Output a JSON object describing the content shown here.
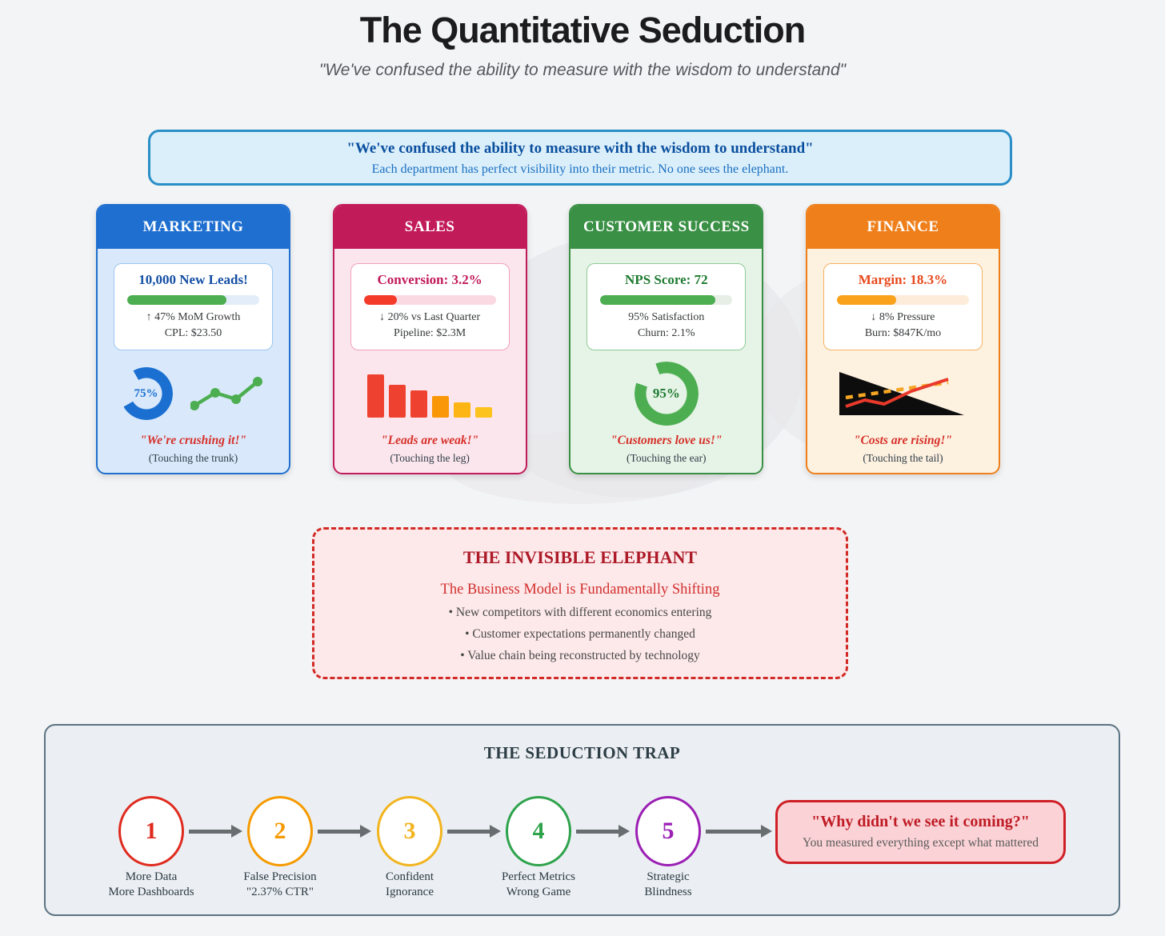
{
  "header": {
    "title": "The Quantitative Seduction",
    "subtitle": "\"We've confused the ability to measure with the wisdom to understand\""
  },
  "callout": {
    "title": "\"We've confused the ability to measure with the wisdom to understand\"",
    "subtitle": "Each department has perfect visibility into their metric. No one sees the elephant."
  },
  "departments": [
    {
      "name": "MARKETING",
      "accent": "#1e6fd0",
      "metric_title": "10,000 New Leads!",
      "progress_fill_pct": 75,
      "stat_line1": "↑ 47% MoM Growth",
      "stat_line2": "CPL: $23.50",
      "donut_label": "75%",
      "chart": {
        "type": "donut+line",
        "donut_pct": 75,
        "line_color": "#4cae50",
        "line_points": "5,38 31,22 57,30 84,8",
        "line_dots": [
          {
            "x": 5,
            "y": 38
          },
          {
            "x": 31,
            "y": 22
          },
          {
            "x": 57,
            "y": 30
          },
          {
            "x": 84,
            "y": 8
          }
        ]
      },
      "quote": "\"We're crushing it!\"",
      "blind_note": "(Touching the trunk)"
    },
    {
      "name": "SALES",
      "accent": "#c21b5a",
      "metric_title": "Conversion: 3.2%",
      "progress_fill_pct": 25,
      "stat_line1": "↓ 20% vs Last Quarter",
      "stat_line2": "Pipeline: $2.3M",
      "chart": {
        "type": "bar",
        "bars": [
          {
            "h": 54,
            "color": "#ef4130"
          },
          {
            "h": 41,
            "color": "#ef4130"
          },
          {
            "h": 34,
            "color": "#ef4130"
          },
          {
            "h": 27,
            "color": "#fa9708"
          },
          {
            "h": 19,
            "color": "#fcb514"
          },
          {
            "h": 13,
            "color": "#fcc21d"
          }
        ]
      },
      "quote": "\"Leads are weak!\"",
      "blind_note": "(Touching the leg)"
    },
    {
      "name": "CUSTOMER SUCCESS",
      "accent": "#3a9045",
      "metric_title": "NPS Score: 72",
      "progress_fill_pct": 87,
      "stat_line1": "95% Satisfaction",
      "stat_line2": "Churn: 2.1%",
      "donut_label": "95%",
      "chart": {
        "type": "donut",
        "donut_pct": 95
      },
      "quote": "\"Customers love us!\"",
      "blind_note": "(Touching the ear)"
    },
    {
      "name": "FINANCE",
      "accent": "#ef7f1b",
      "metric_title": "Margin: 18.3%",
      "progress_fill_pct": 45,
      "stat_line1": "↓ 8% Pressure",
      "stat_line2": "Burn: $847K/mo",
      "chart": {
        "type": "wedge+lines",
        "wedge_color": "#0d0d0d",
        "cost_line_color": "#e8392b",
        "budget_line_color": "#f5a623",
        "cost_line_points": "14,47 38,39 62,44 96,28 142,13",
        "budget_line_points": "14,36 142,17"
      },
      "quote": "\"Costs are rising!\"",
      "blind_note": "(Touching the tail)"
    }
  ],
  "elephant": {
    "title": "THE INVISIBLE ELEPHANT",
    "subtitle": "The Business Model is Fundamentally Shifting",
    "bullets": [
      "• New competitors with different economics entering",
      "• Customer expectations permanently changed",
      "• Value chain being reconstructed by technology"
    ]
  },
  "trap": {
    "title": "THE SEDUCTION TRAP",
    "steps": [
      {
        "number": "1",
        "color": "#df2b1f",
        "line1": "More Data",
        "line2": "More Dashboards"
      },
      {
        "number": "2",
        "color": "#f59a00",
        "line1": "False Precision",
        "line2": "\"2.37% CTR\""
      },
      {
        "number": "3",
        "color": "#f2b41f",
        "line1": "Confident",
        "line2": "Ignorance"
      },
      {
        "number": "4",
        "color": "#2fa34c",
        "line1": "Perfect Metrics",
        "line2": "Wrong Game"
      },
      {
        "number": "5",
        "color": "#9b1fb4",
        "line1": "Strategic",
        "line2": "Blindness"
      }
    ],
    "result": {
      "title": "\"Why didn't we see it coming?\"",
      "subtitle": "You measured everything except what mattered"
    }
  }
}
